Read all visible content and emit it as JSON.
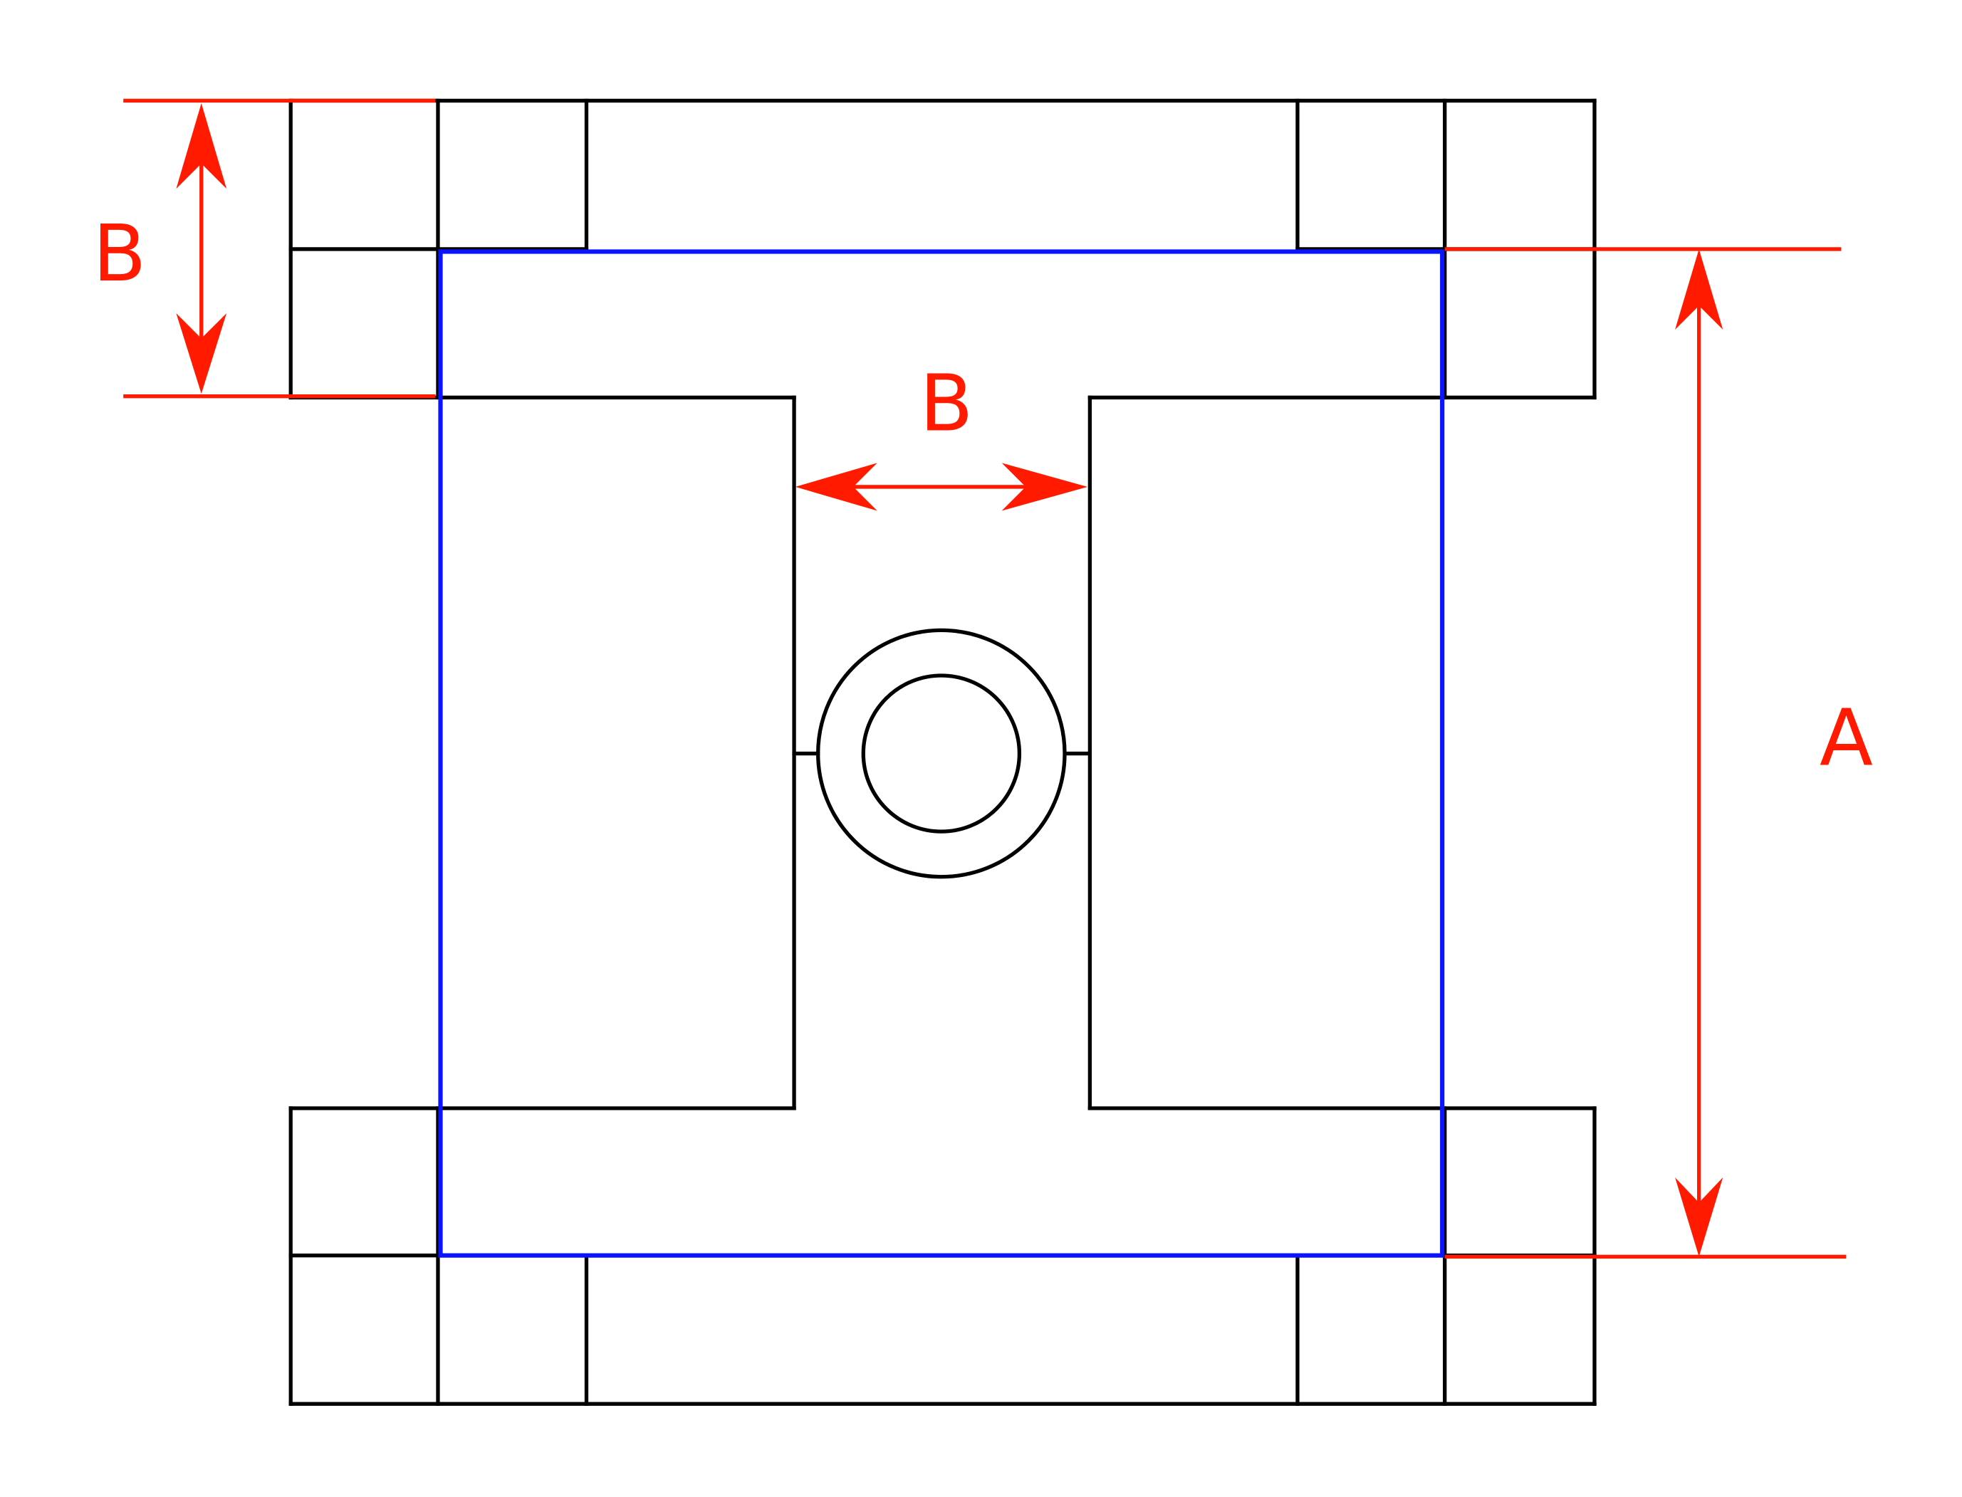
{
  "drawing": {
    "dimension_labels": {
      "left_height": "B",
      "slot_width": "B",
      "right_height": "A"
    },
    "colors": {
      "outline": "#000000",
      "highlight": "#0a14ff",
      "dimension": "#ff1a00"
    }
  }
}
